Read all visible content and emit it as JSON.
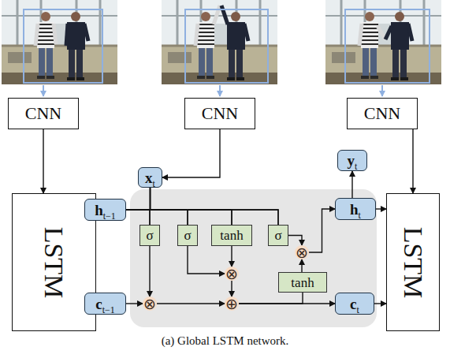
{
  "diagram": {
    "caption": "(a) Global LSTM network.",
    "nodes": [
      {
        "text": [
          "CNN"
        ]
      },
      {
        "text": [
          "CNN"
        ]
      },
      {
        "text": [
          "CNN"
        ]
      },
      {
        "text": [
          "LSTM"
        ]
      },
      {
        "text": [
          "h",
          "t−1"
        ]
      },
      {
        "text": [
          "x",
          "t"
        ]
      },
      {
        "text": [
          "y",
          "t"
        ]
      },
      {
        "text": [
          "h",
          "t"
        ]
      },
      {
        "text": [
          "LSTM"
        ]
      },
      {
        "text": [
          "σ"
        ]
      },
      {
        "text": [
          "σ"
        ]
      },
      {
        "text": [
          "tanh"
        ]
      },
      {
        "text": [
          "σ"
        ]
      },
      {
        "text": [
          "⊗"
        ]
      },
      {
        "text": [
          "⊗"
        ]
      },
      {
        "text": [
          "tanh"
        ]
      },
      {
        "text": [
          "c",
          "t−1"
        ]
      },
      {
        "text": [
          "⊗"
        ]
      },
      {
        "text": [
          "⊕"
        ]
      },
      {
        "text": [
          "c",
          "t"
        ]
      }
    ],
    "edges": [
      {
        "from": 0,
        "to": 3,
        "arrow": "to"
      },
      {
        "from": 1,
        "to": 5,
        "arrow": "to"
      },
      {
        "from": 2,
        "to": 8,
        "arrow": "to"
      },
      {
        "from": 4,
        "to": 9,
        "arrow": "none"
      },
      {
        "from": 4,
        "to": 10,
        "arrow": "none"
      },
      {
        "from": 4,
        "to": 11,
        "arrow": "none"
      },
      {
        "from": 4,
        "to": 12,
        "arrow": "none"
      },
      {
        "from": 5,
        "to": 9,
        "arrow": "none"
      },
      {
        "from": 5,
        "to": 10,
        "arrow": "none"
      },
      {
        "from": 5,
        "to": 11,
        "arrow": "none"
      },
      {
        "from": 5,
        "to": 12,
        "arrow": "none"
      },
      {
        "from": 9,
        "to": 17,
        "arrow": "to"
      },
      {
        "from": 10,
        "to": 14,
        "arrow": "to"
      },
      {
        "from": 11,
        "to": 14,
        "arrow": "to"
      },
      {
        "from": 12,
        "to": 13,
        "arrow": "to"
      },
      {
        "from": 14,
        "to": 18,
        "arrow": "to"
      },
      {
        "from": 16,
        "to": 17,
        "arrow": "to"
      },
      {
        "from": 17,
        "to": 18,
        "arrow": "to"
      },
      {
        "from": 18,
        "to": 19,
        "arrow": "to"
      },
      {
        "from": 18,
        "to": 15,
        "arrow": "none"
      },
      {
        "from": 15,
        "to": 13,
        "arrow": "to"
      },
      {
        "from": 13,
        "to": 7,
        "arrow": "to"
      },
      {
        "from": 7,
        "to": 6,
        "arrow": "to"
      },
      {
        "from": 7,
        "to": 8,
        "arrow": "to"
      },
      {
        "from": 19,
        "to": 8,
        "arrow": "to"
      }
    ]
  }
}
